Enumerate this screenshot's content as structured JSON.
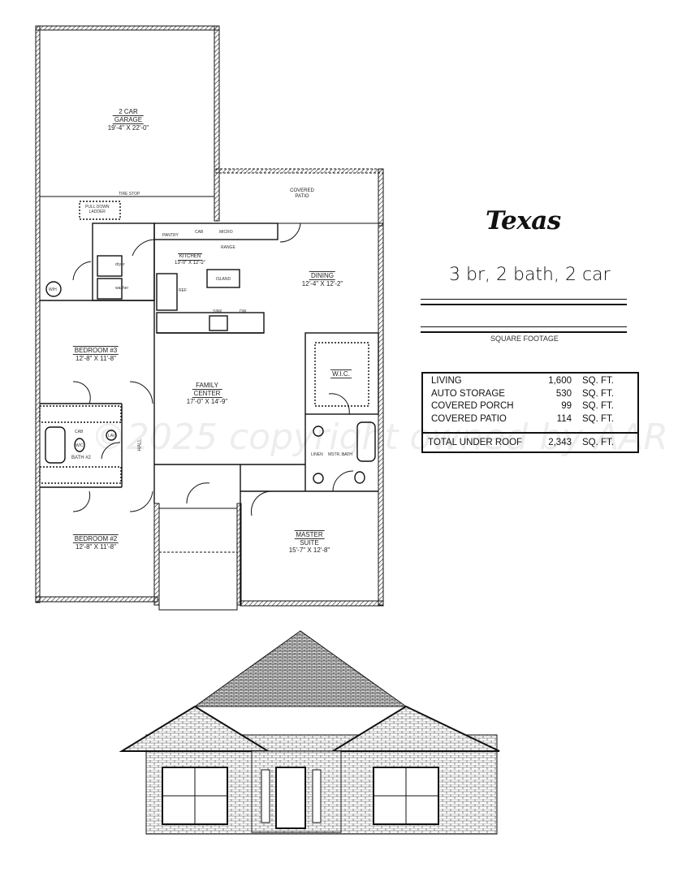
{
  "plan": {
    "title": "Texas",
    "subtitle": "3 br, 2 bath, 2 car",
    "square_footage_label": "SQUARE FOOTAGE",
    "square_footage": [
      {
        "name": "LIVING",
        "value": "1,600",
        "unit": "SQ. FT."
      },
      {
        "name": "AUTO STORAGE",
        "value": "530",
        "unit": "SQ. FT."
      },
      {
        "name": "COVERED PORCH",
        "value": "99",
        "unit": "SQ. FT."
      },
      {
        "name": "COVERED PATIO",
        "value": "114",
        "unit": "SQ. FT."
      }
    ],
    "total": {
      "name": "TOTAL UNDER ROOF",
      "value": "2,343",
      "unit": "SQ. FT."
    },
    "watermark": "©2025 copyright owned by AAR"
  },
  "rooms": {
    "garage": {
      "name1": "2 CAR",
      "name2": "GARAGE",
      "dim": "19'-4\" X 22'-0\""
    },
    "tire_stop": "TIRE STOP",
    "ladder": {
      "l1": "PULL DOWN",
      "l2": "LADDER"
    },
    "patio": {
      "l1": "COVERED",
      "l2": "PATIO"
    },
    "kitchen": {
      "name": "KITCHEN",
      "dim": "13'-0\" X 12'-2\""
    },
    "island": "ISLAND",
    "dining": {
      "name": "DINING",
      "dim": "12'-4\" X 12'-2\""
    },
    "bedroom3": {
      "name": "BEDROOM #3",
      "dim": "12'-8\" X 11'-8\""
    },
    "family": {
      "name1": "FAMILY",
      "name2": "CENTER",
      "dim": "17'-0\" X 14'-9\""
    },
    "wic": "W.I.C.",
    "bath2": "BATH #2",
    "hall": "HALL",
    "mstr_bath": "MSTR. BATH",
    "bedroom2": {
      "name": "BEDROOM #2",
      "dim": "12'-8\" X 11'-8\""
    },
    "master": {
      "name1": "MASTER",
      "name2": "SUITE",
      "dim": "15'-7\" X 12'-8\""
    },
    "fixtures": {
      "pantry": "PANTRY",
      "cab": "CAB",
      "micro": "MICRO",
      "range": "RANGE",
      "sink": "SINK",
      "dw": "DW",
      "wh": "W/H",
      "dryer": "dryer",
      "washer": "washer",
      "ref": "REF",
      "wc": "W/C",
      "lav": "LAV",
      "linen": "LINEN"
    }
  }
}
